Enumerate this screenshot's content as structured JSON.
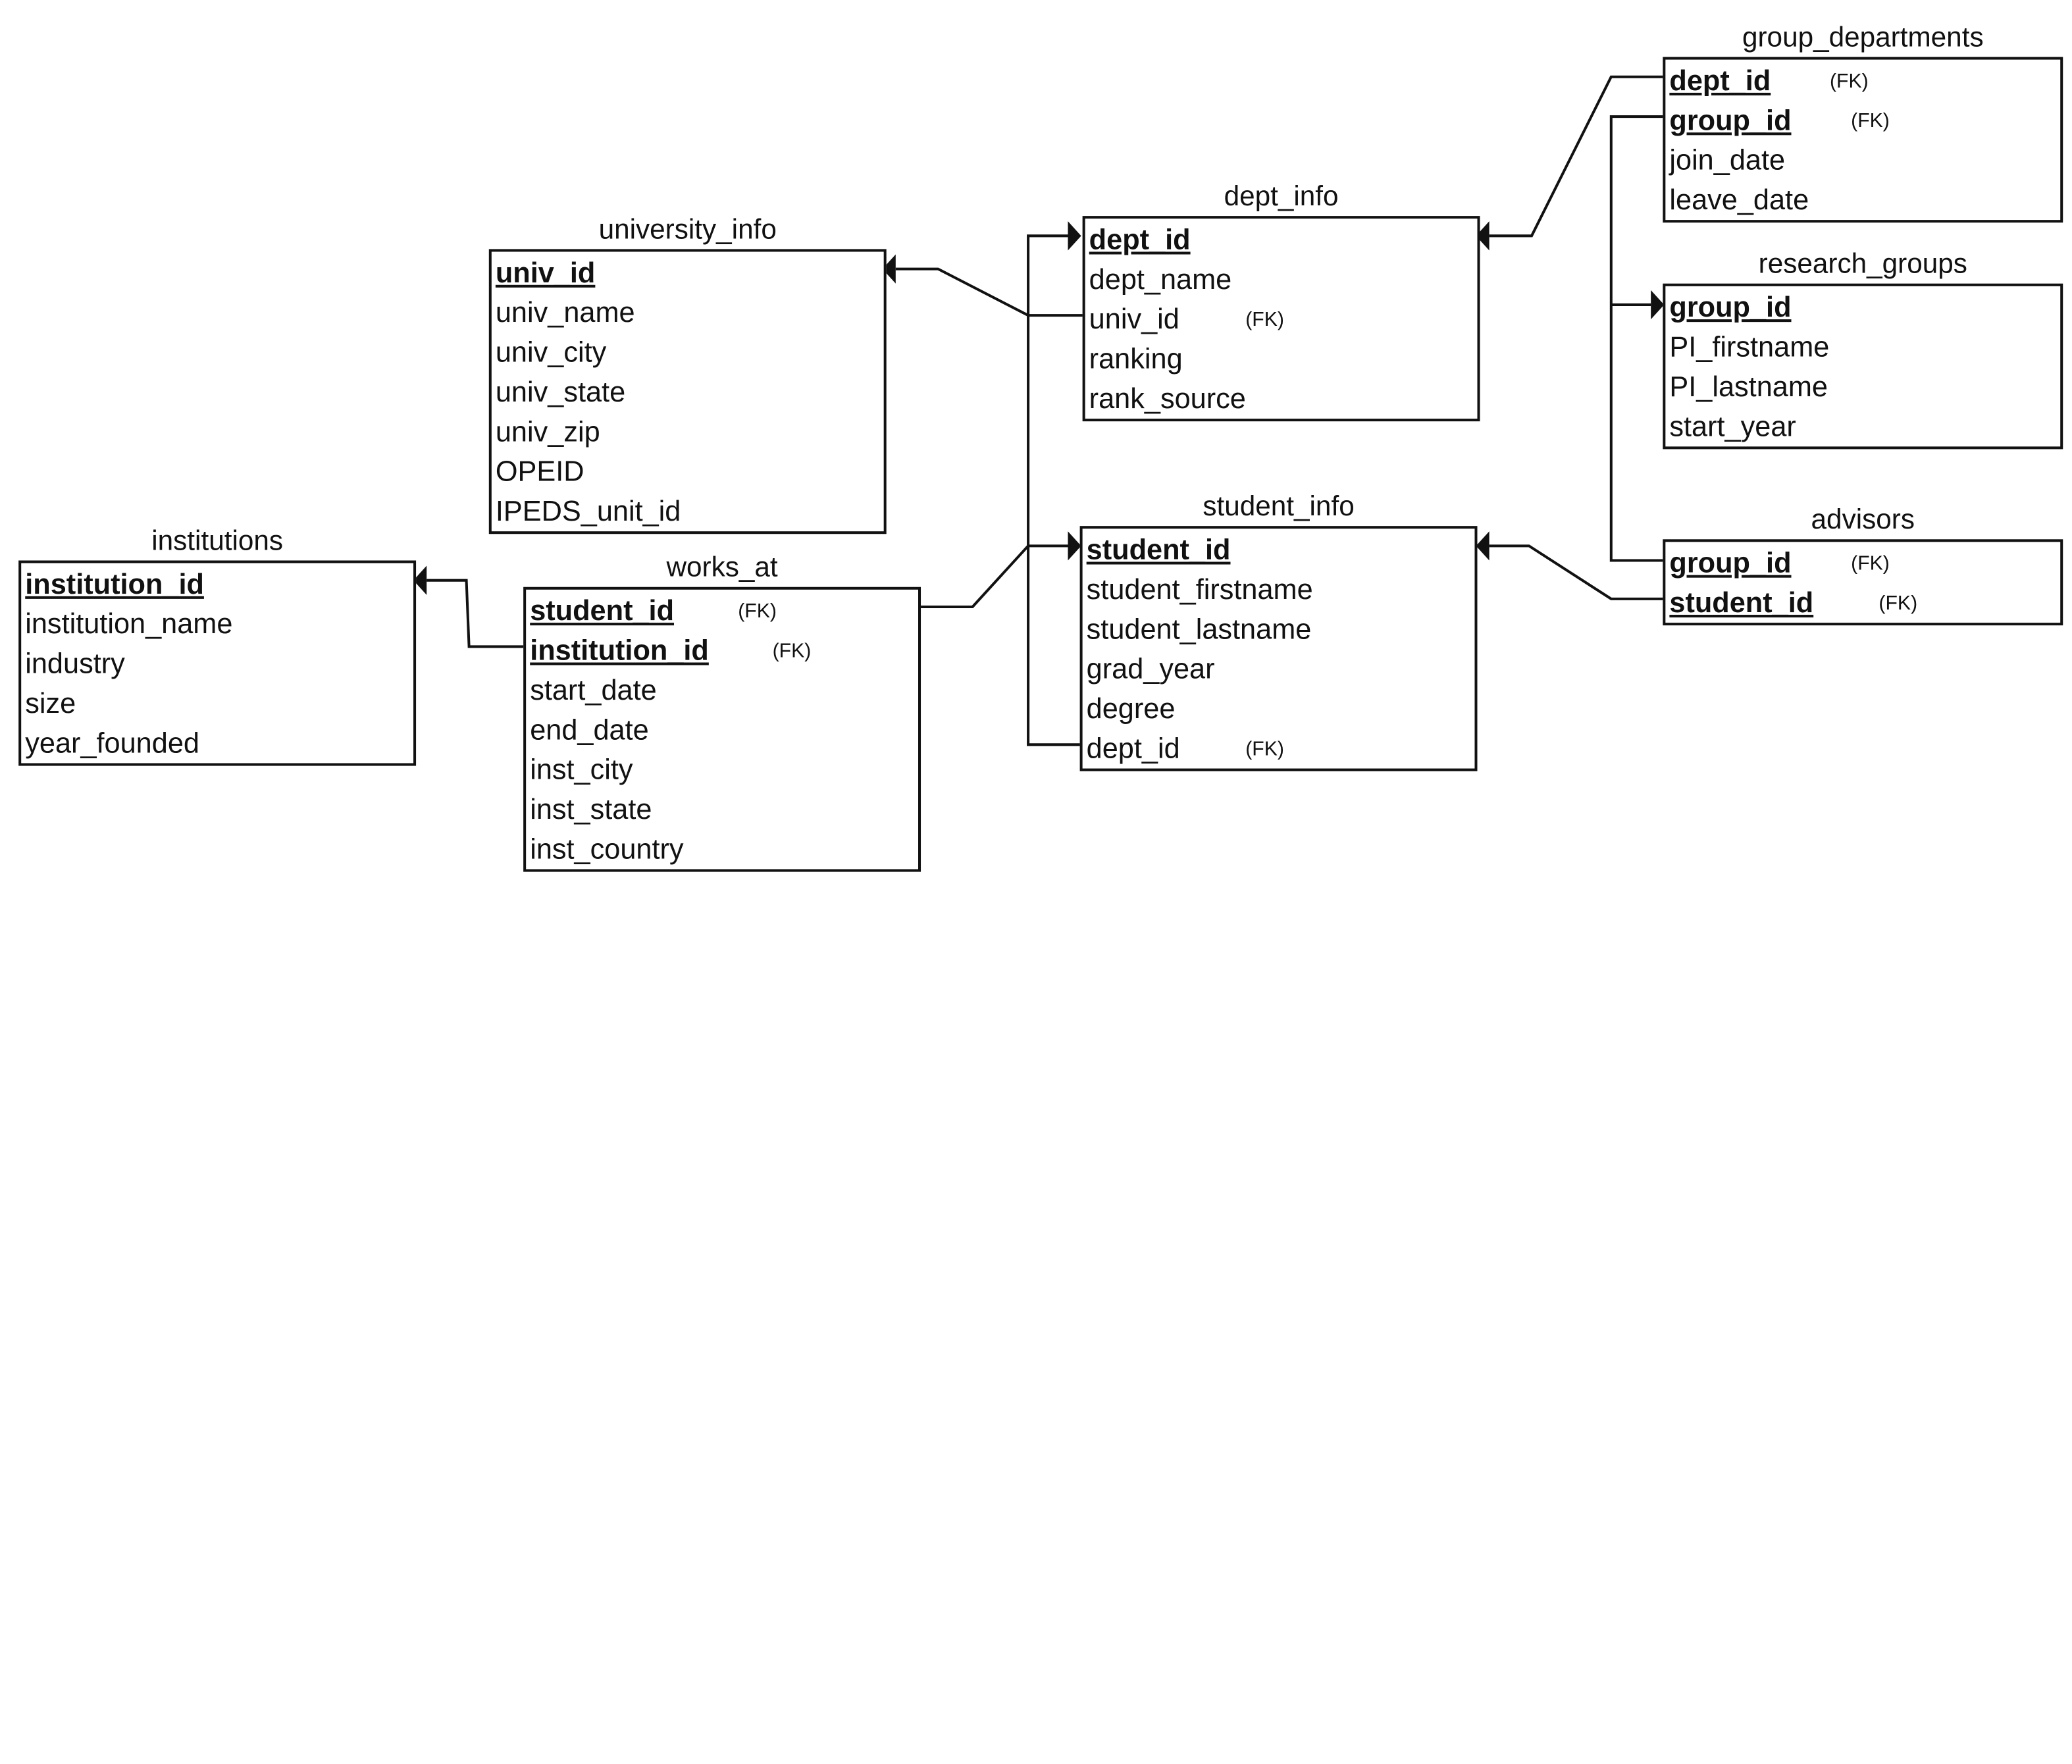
{
  "entities": [
    {
      "name": "institutions",
      "fields": [
        {
          "name": "institution_id",
          "pk": true
        },
        {
          "name": "institution_name"
        },
        {
          "name": "industry"
        },
        {
          "name": "size"
        },
        {
          "name": "year_founded"
        }
      ]
    },
    {
      "name": "works_at",
      "fields": [
        {
          "name": "student_id",
          "pk": true,
          "fk": "(FK)"
        },
        {
          "name": "institution_id",
          "pk": true,
          "fk": "(FK)"
        },
        {
          "name": "start_date"
        },
        {
          "name": "end_date"
        },
        {
          "name": "inst_city"
        },
        {
          "name": "inst_state"
        },
        {
          "name": "inst_country"
        }
      ]
    },
    {
      "name": "university_info",
      "fields": [
        {
          "name": "univ_id",
          "pk": true
        },
        {
          "name": "univ_name"
        },
        {
          "name": "univ_city"
        },
        {
          "name": "univ_state"
        },
        {
          "name": "univ_zip"
        },
        {
          "name": "OPEID"
        },
        {
          "name": "IPEDS_unit_id"
        }
      ]
    },
    {
      "name": "dept_info",
      "fields": [
        {
          "name": "dept_id",
          "pk": true
        },
        {
          "name": "dept_name"
        },
        {
          "name": "univ_id",
          "fk": "(FK)"
        },
        {
          "name": "ranking"
        },
        {
          "name": "rank_source"
        }
      ]
    },
    {
      "name": "student_info",
      "fields": [
        {
          "name": "student_id",
          "pk": true
        },
        {
          "name": "student_firstname"
        },
        {
          "name": "student_lastname"
        },
        {
          "name": "grad_year"
        },
        {
          "name": "degree"
        },
        {
          "name": "dept_id",
          "fk": "(FK)"
        }
      ]
    },
    {
      "name": "group_departments",
      "fields": [
        {
          "name": "dept_id",
          "pk": true,
          "fk": "(FK)"
        },
        {
          "name": "group_id",
          "pk": true,
          "fk": "(FK)"
        },
        {
          "name": "join_date"
        },
        {
          "name": "leave_date"
        }
      ]
    },
    {
      "name": "research_groups",
      "fields": [
        {
          "name": "group_id",
          "pk": true
        },
        {
          "name": "PI_firstname"
        },
        {
          "name": "PI_lastname"
        },
        {
          "name": "start_year"
        }
      ]
    },
    {
      "name": "advisors",
      "fields": [
        {
          "name": "group_id",
          "pk": true,
          "fk": "(FK)"
        },
        {
          "name": "student_id",
          "pk": true,
          "fk": "(FK)"
        }
      ]
    }
  ],
  "relationships": [
    {
      "from": "works_at.institution_id",
      "to": "institutions.institution_id"
    },
    {
      "from": "works_at.student_id",
      "to": "student_info.student_id"
    },
    {
      "from": "dept_info.univ_id",
      "to": "university_info.univ_id"
    },
    {
      "from": "student_info.dept_id",
      "to": "dept_info.dept_id"
    },
    {
      "from": "group_departments.dept_id",
      "to": "dept_info.dept_id"
    },
    {
      "from": "group_departments.group_id",
      "to": "research_groups.group_id"
    },
    {
      "from": "advisors.group_id",
      "to": "research_groups.group_id"
    },
    {
      "from": "advisors.student_id",
      "to": "student_info.student_id"
    }
  ]
}
